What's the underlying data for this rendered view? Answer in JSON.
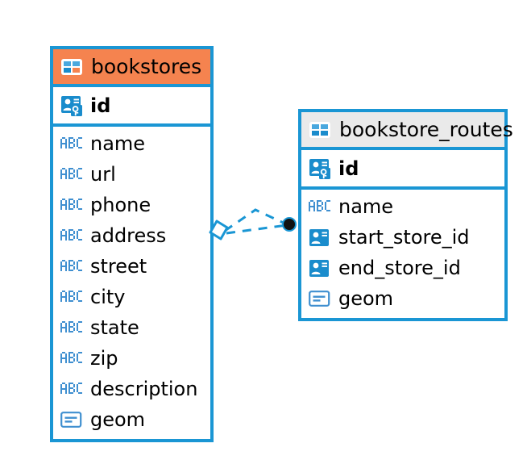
{
  "diagram": {
    "type": "entity-relationship-diagram",
    "background_color": "#ffffff",
    "accent_color": "#1a96d4",
    "highlight_color": "#f5834f",
    "header_gray": "#eaeaea"
  },
  "tables": [
    {
      "name": "bookstores",
      "header_icon": "table-grid-icon",
      "header_style": "orange",
      "primary_keys": [
        {
          "label": "id",
          "icon": "primary-key-icon",
          "type": "key"
        }
      ],
      "fields": [
        {
          "label": "name",
          "icon": "abc-text-icon",
          "type": "string"
        },
        {
          "label": "url",
          "icon": "abc-text-icon",
          "type": "string"
        },
        {
          "label": "phone",
          "icon": "abc-text-icon",
          "type": "string"
        },
        {
          "label": "address",
          "icon": "abc-text-icon",
          "type": "string"
        },
        {
          "label": "street",
          "icon": "abc-text-icon",
          "type": "string"
        },
        {
          "label": "city",
          "icon": "abc-text-icon",
          "type": "string"
        },
        {
          "label": "state",
          "icon": "abc-text-icon",
          "type": "string"
        },
        {
          "label": "zip",
          "icon": "abc-text-icon",
          "type": "string"
        },
        {
          "label": "description",
          "icon": "abc-text-icon",
          "type": "string"
        },
        {
          "label": "geom",
          "icon": "geometry-icon",
          "type": "geometry"
        }
      ]
    },
    {
      "name": "bookstore_routes",
      "header_icon": "table-grid-icon",
      "header_style": "gray",
      "primary_keys": [
        {
          "label": "id",
          "icon": "primary-key-icon",
          "type": "key"
        }
      ],
      "fields": [
        {
          "label": "name",
          "icon": "abc-text-icon",
          "type": "string"
        },
        {
          "label": "start_store_id",
          "icon": "foreign-key-icon",
          "type": "reference"
        },
        {
          "label": "end_store_id",
          "icon": "foreign-key-icon",
          "type": "reference"
        },
        {
          "label": "geom",
          "icon": "geometry-icon",
          "type": "geometry"
        }
      ]
    }
  ],
  "relationship": {
    "from_table": "bookstores",
    "to_table": "bookstore_routes",
    "from_marker": "diamond-outline-marker",
    "to_marker": "filled-circle-marker",
    "line_style": "dashed",
    "line_color": "#1a96d4",
    "branches": 2
  }
}
